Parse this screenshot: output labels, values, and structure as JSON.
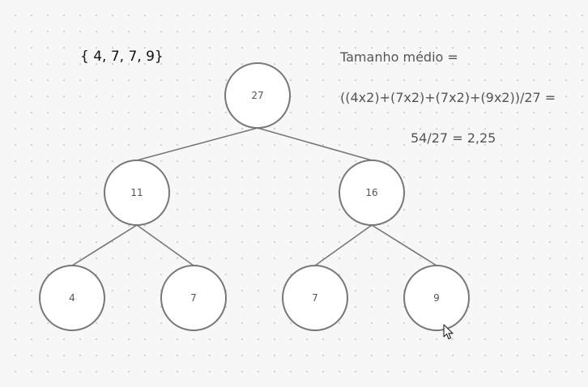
{
  "set_label": "{ 4, 7, 7, 9}",
  "average_text": {
    "title": "Tamanho médio =",
    "formula": "((4x2)+(7x2)+(7x2)+(9x2))/27 =",
    "result": "54/27 = 2,25"
  },
  "tree": {
    "root": "27",
    "left": "11",
    "right": "16",
    "left_left": "4",
    "left_right": "7",
    "right_left": "7",
    "right_right": "9"
  },
  "cursor_icon": "arrow-pointer-icon",
  "colors": {
    "background": "#f7f7f7",
    "stroke": "#777777",
    "text": "#555555"
  }
}
